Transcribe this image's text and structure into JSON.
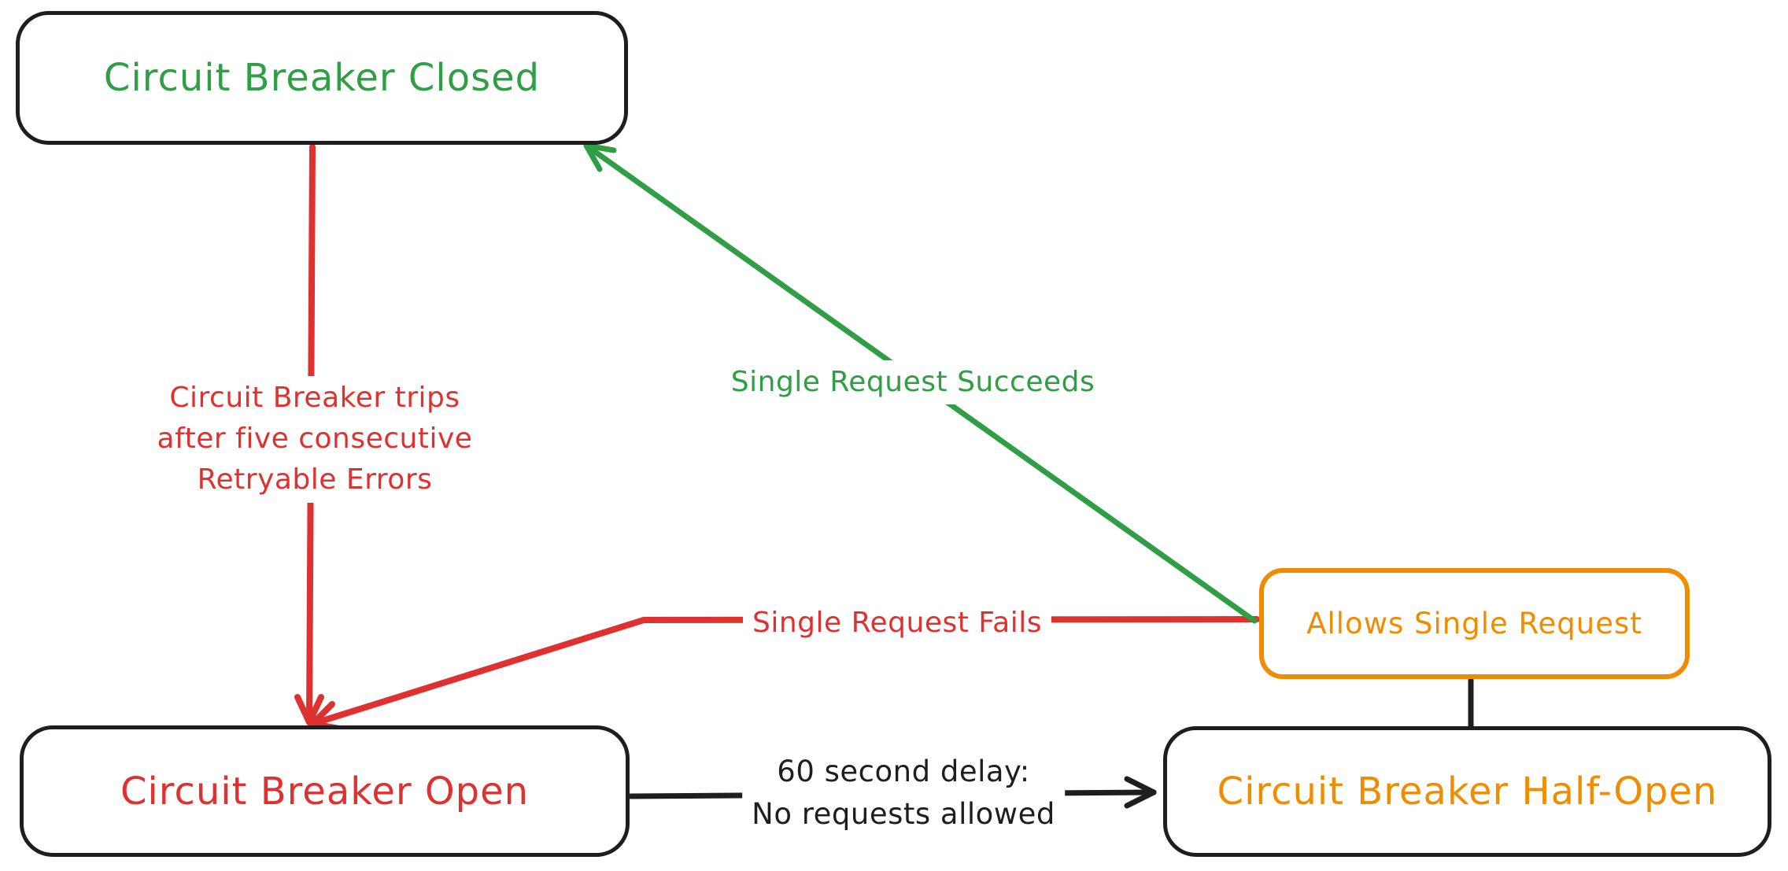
{
  "colors": {
    "green": "#2f9e44",
    "red": "#e03131",
    "orange": "#f08c00",
    "ink": "#1e1e1e",
    "bg": "#ffffff"
  },
  "nodes": {
    "closed": {
      "label": "Circuit Breaker Closed"
    },
    "open": {
      "label": "Circuit Breaker Open"
    },
    "half_open": {
      "label": "Circuit Breaker Half-Open"
    },
    "allows": {
      "label": "Allows Single Request"
    }
  },
  "edges": {
    "trip": {
      "label": "Circuit Breaker trips\nafter five consecutive\nRetryable Errors"
    },
    "succeed": {
      "label": "Single Request Succeeds"
    },
    "fail": {
      "label": "Single Request Fails"
    },
    "delay": {
      "label": "60 second delay:\nNo requests allowed"
    }
  }
}
